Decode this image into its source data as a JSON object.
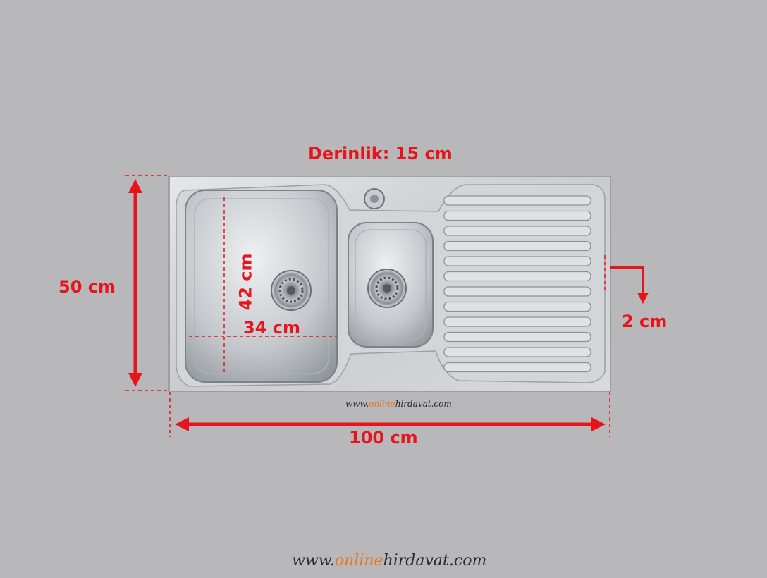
{
  "labels": {
    "depth": "Derinlik: 15 cm",
    "height": "50 cm",
    "width": "100 cm",
    "bowl_height": "42 cm",
    "bowl_width": "34 cm",
    "rim": "2 cm"
  },
  "watermark": {
    "prefix": "www.",
    "accent": "online",
    "name": "hirdavat",
    "suffix": ".com"
  },
  "colors": {
    "background": "#b8b8ba",
    "dimension": "#e8141c",
    "accent": "#e9741f"
  }
}
